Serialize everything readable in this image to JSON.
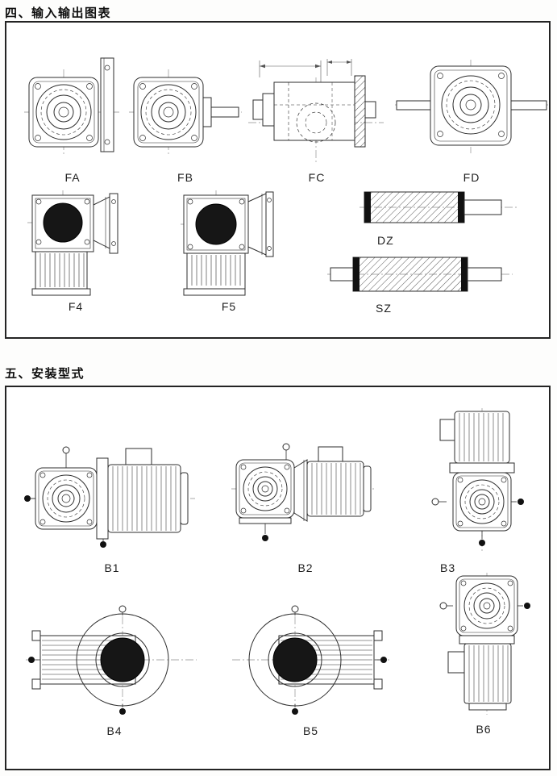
{
  "palette": {
    "ink": "#242424",
    "paper": "#ffffff"
  },
  "sections": {
    "io": {
      "heading": "四、输入输出图表",
      "figures": [
        {
          "label": "FA"
        },
        {
          "label": "FB"
        },
        {
          "label": "FC"
        },
        {
          "label": "FD"
        },
        {
          "label": "F4"
        },
        {
          "label": "F5"
        },
        {
          "label": "DZ"
        },
        {
          "label": "SZ"
        }
      ]
    },
    "mount": {
      "heading": "五、安装型式",
      "figures": [
        {
          "label": "B1"
        },
        {
          "label": "B2"
        },
        {
          "label": "B3"
        },
        {
          "label": "B4"
        },
        {
          "label": "B5"
        },
        {
          "label": "B6"
        }
      ]
    }
  }
}
